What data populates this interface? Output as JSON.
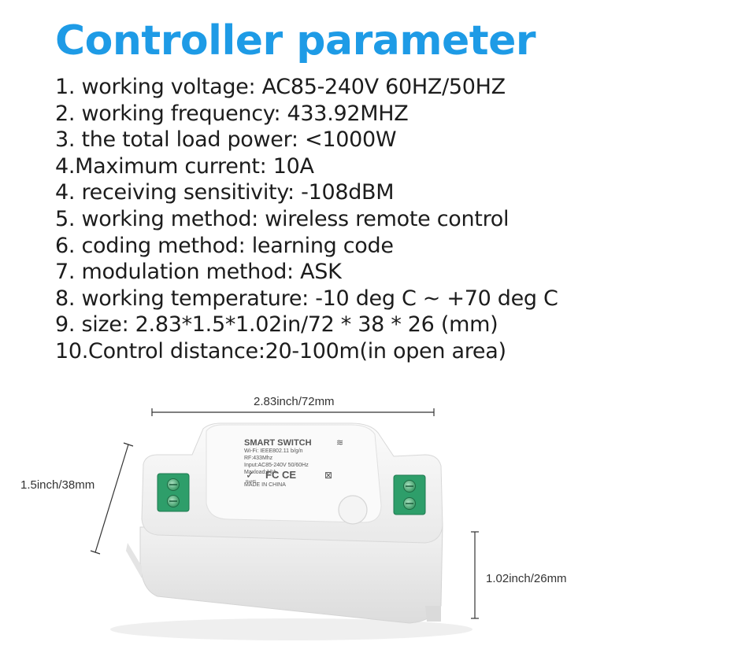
{
  "title": "Controller parameter",
  "specs": [
    "1. working voltage: AC85-240V 60HZ/50HZ",
    "2. working frequency: 433.92MHZ",
    "3. the total load power: <1000W",
    "4.Maximum current: 10A",
    "4. receiving sensitivity: -108dBM",
    "5. working method: wireless remote control",
    "6. coding method: learning code",
    "7. modulation method: ASK",
    "8. working temperature: -10 deg C ~ +70 deg C",
    "9. size: 2.83*1.5*1.02in/72 * 38 * 26 (mm)",
    "10.Control distance:20-100m(in open area)"
  ],
  "dimensions": {
    "length": "2.83inch/72mm",
    "width": "1.5inch/38mm",
    "height": "1.02inch/26mm"
  },
  "device_label": {
    "name": "SMART SWITCH",
    "wifi": "Wi-Fi: IEEE802.11 b/g/n",
    "rf": "RF:433Mhz",
    "input": "Input:AC85-240V  50/60Hz",
    "maxload": "Maxload:10A",
    "certs": "FC CE",
    "rohs": "RoHS",
    "made_in": "MADE IN CHINA"
  },
  "colors": {
    "title": "#1e9be6",
    "terminal": "#2e9e6a",
    "case": "#f7f7f7"
  }
}
